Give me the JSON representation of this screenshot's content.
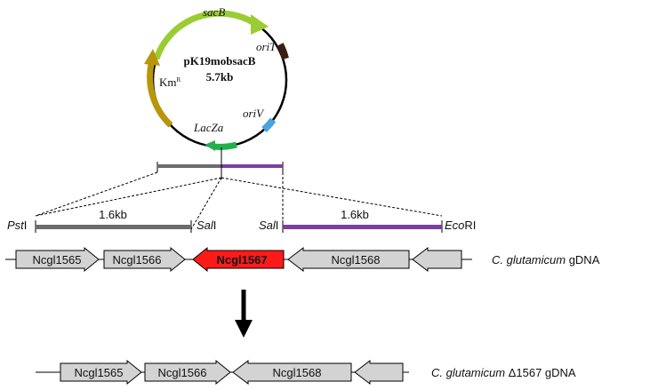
{
  "plasmid": {
    "name": "pK19mobsacB",
    "size": "5.7kb",
    "features": {
      "sacB": "sacB",
      "oriT": "oriT",
      "oriV": "oriV",
      "lacZa": "LacZa",
      "km_base": "Km",
      "km_sup": "R"
    }
  },
  "insert": {
    "left_arm": {
      "length": "1.6kb",
      "site_left": "Pst",
      "site_left_suffix": "I",
      "site_right": "Sal",
      "site_right_suffix": "I"
    },
    "right_arm": {
      "length": "1.6kb",
      "site_left": "Sal",
      "site_left_suffix": "I",
      "site_right": "Eco",
      "site_right_suffix": "RI"
    }
  },
  "wild_type": {
    "label_species": "C. glutamicum",
    "label_suffix": " gDNA",
    "genes": [
      "Ncgl1565",
      "Ncgl1566",
      "Ncgl1567",
      "Ncgl1568"
    ]
  },
  "mutant": {
    "label_species": "C. glutamicum",
    "label_delta": " Δ1567",
    "label_suffix": "  gDNA",
    "genes": [
      "Ncgl1565",
      "Ncgl1566",
      "Ncgl1568"
    ]
  },
  "colors": {
    "sacB": "#9ACD32",
    "km": "#B8960C",
    "oriT": "#3B1E12",
    "oriV": "#4AA3E0",
    "lacZa": "#22B04A",
    "left_arm": "#6B6B6B",
    "right_arm": "#7B3FA0",
    "target_gene": "#FF1A1A",
    "gene": "#D3D3D3"
  }
}
